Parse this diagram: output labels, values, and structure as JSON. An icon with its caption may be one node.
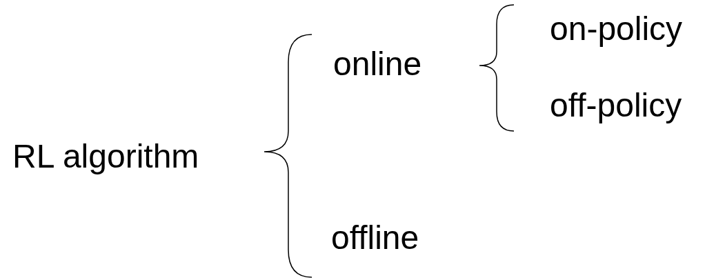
{
  "diagram": {
    "labels": [
      "RL algorithm",
      "online",
      "on-policy",
      "off-policy",
      "offline"
    ]
  }
}
